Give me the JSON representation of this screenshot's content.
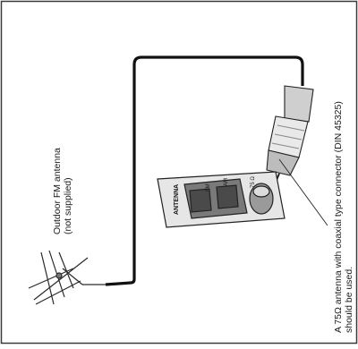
{
  "antenna": {
    "line1": "Outdoor FM antenna",
    "line2": "(not supplied)"
  },
  "connector_note": {
    "line1": "A 75Ω antenna with coaxial type connector (DIN 45325)",
    "line2": "should be used."
  },
  "panel": {
    "label": "ANTENNA",
    "fm_label": "FM",
    "am_label": "AM",
    "small_label": "75 Ω"
  },
  "colors": {
    "ink": "#1a1a1a",
    "paper": "#ffffff",
    "panel_fill": "#e6e6e6",
    "terminal_fill": "#9a9a9a"
  }
}
